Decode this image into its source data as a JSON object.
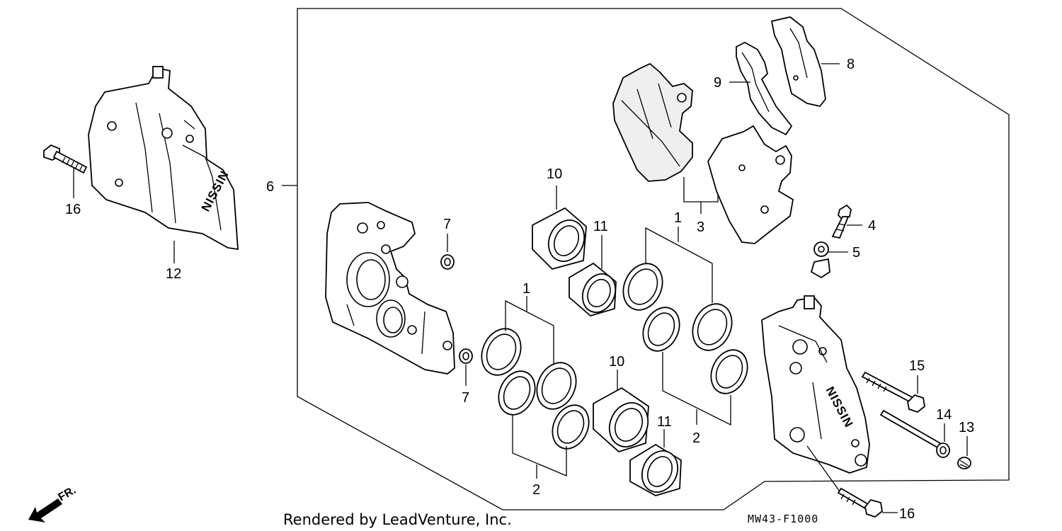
{
  "callouts": {
    "c1a": "1",
    "c1b": "1",
    "c2a": "2",
    "c2b": "2",
    "c3": "3",
    "c4": "4",
    "c5": "5",
    "c6": "6",
    "c7a": "7",
    "c7b": "7",
    "c8": "8",
    "c9": "9",
    "c10a": "10",
    "c10b": "10",
    "c11a": "11",
    "c11b": "11",
    "c12": "12",
    "c13": "13",
    "c14": "14",
    "c15": "15",
    "c16a": "16",
    "c16b": "16"
  },
  "caliper_brand": "NISSIN",
  "direction_label": "FR.",
  "footer": {
    "credit": "Rendered by LeadVenture, Inc.",
    "diagram_code": "MW43-F1000"
  }
}
